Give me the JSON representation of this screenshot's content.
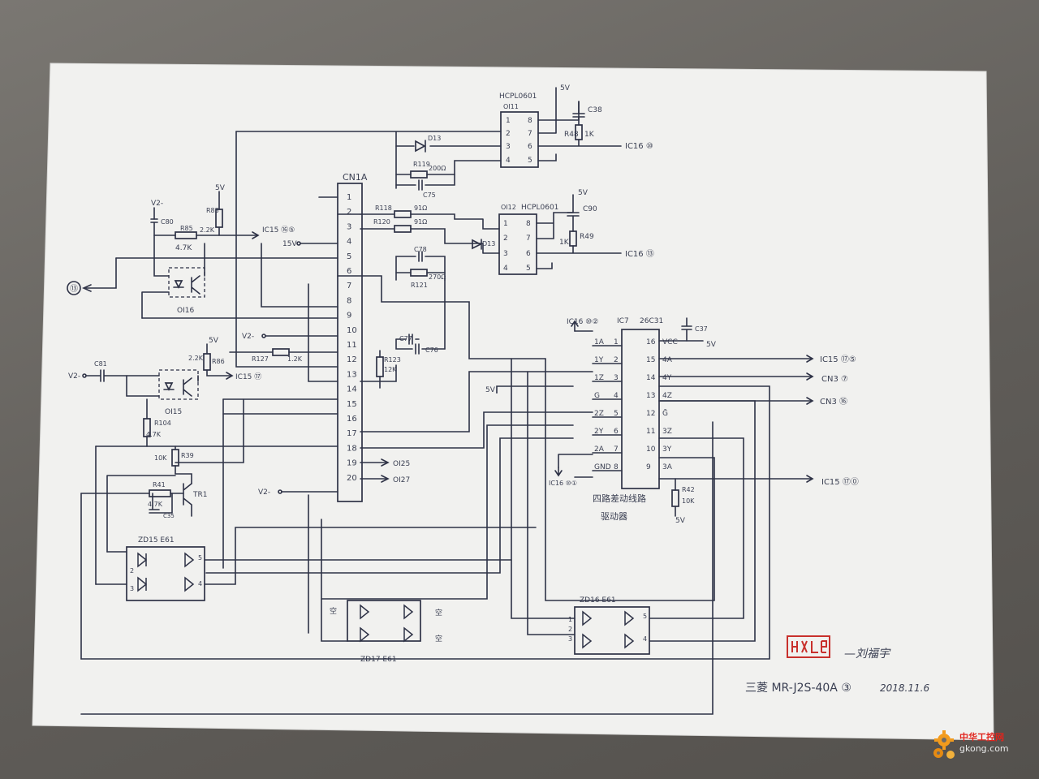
{
  "diagram": {
    "ic_top": {
      "part": "HCPL0601",
      "ref": "OI11",
      "supply": "5V",
      "cap": "C38",
      "res": "R48",
      "res_val": "1K",
      "out": "IC16 ⑩"
    },
    "ic_mid": {
      "part": "HCPL0601",
      "ref": "OI12",
      "supply": "5V",
      "cap": "C90",
      "res": "R49",
      "res_val": "1K",
      "out": "IC16 ⑬"
    },
    "connector": {
      "ref": "CN1A",
      "pins": [
        "1",
        "2",
        "3",
        "4",
        "5",
        "6",
        "7",
        "8",
        "9",
        "10",
        "11",
        "12",
        "13",
        "14",
        "15",
        "16",
        "17",
        "18",
        "19",
        "20"
      ]
    },
    "driver": {
      "ref": "IC7",
      "part": "26C31",
      "left_labels": [
        "1A",
        "1Y",
        "1Z",
        "G",
        "2Z",
        "2Y",
        "2A",
        "GND"
      ],
      "left_pins": [
        "1",
        "2",
        "3",
        "4",
        "5",
        "6",
        "7",
        "8"
      ],
      "right_labels": [
        "VCC",
        "4A",
        "4Y",
        "4Z",
        "Ḡ",
        "3Z",
        "3Y",
        "3A"
      ],
      "right_pins": [
        "16",
        "15",
        "14",
        "13",
        "12",
        "11",
        "10",
        "9"
      ],
      "caption_1": "四路差动线路",
      "caption_2": "驱动器"
    },
    "components": {
      "d13a": "D13",
      "r119": "R119",
      "r119_val": "200Ω",
      "c75": "C75",
      "d13b": "D13",
      "c78": "C78",
      "r121": "R121",
      "r121_val": "270Ω",
      "r118": "R118",
      "r118_val": "91Ω",
      "r120": "R120",
      "r120_val": "91Ω",
      "v2": "V2-",
      "c80": "C80",
      "r85": "R85",
      "r85_val": "4.7K",
      "r83_val": "2.2K",
      "r83": "R83",
      "5v_a": "5V",
      "ic15_165": "IC15 ⑯⑤",
      "15v": "15V",
      "oi16": "OI16",
      "pin_b": "⑬",
      "v2_10": "V2-",
      "r127": "R127",
      "r127_val": "1.2K",
      "r86_val": "2.2K",
      "r86": "R86",
      "5v_b": "5V",
      "c81": "C81",
      "v2_c81": "V2-",
      "ic15_17": "IC15 ⑰",
      "oi15": "OI15",
      "r104": "R104",
      "r104_val": "4.7K",
      "r39": "R39",
      "r39_val": "10K",
      "r41": "R41",
      "r41_val": "4.7K",
      "c35": "C35",
      "tr1": "TR1",
      "c77": "C77",
      "c76": "C76",
      "r123": "R123",
      "r123_val": "12K",
      "oi25": "OI25",
      "oi27": "OI27",
      "v2_20": "V2-",
      "5v_g": "5V",
      "ic16_102": "IC16 ⑩②",
      "ic16_101": "IC16 ⑩①",
      "c37": "C37",
      "5v_vcc": "5V",
      "ic15_175": "IC15 ⑰⑤",
      "cn3_7": "CN3 ⑦",
      "cn3_16": "CN3 ⑯",
      "ic15_170": "IC15 ⑰⓪",
      "r42": "R42",
      "r42_val": "10K",
      "5v_r42": "5V"
    },
    "zeners": {
      "zd15": "ZD15 E61",
      "zd16": "ZD16 E61",
      "zd17": "ZD17 E61",
      "empty": "空"
    },
    "signature": "—刘福宇",
    "model": "三菱 MR-J2S-40A ③",
    "date": "2018.11.6"
  },
  "watermark": {
    "line1": "中华工控网",
    "line2": "gkong.com"
  },
  "colors": {
    "paper": "#f2f2f0",
    "ink": "#2e3246",
    "stamp": "#c8302c",
    "brand_red": "#e0241d"
  }
}
